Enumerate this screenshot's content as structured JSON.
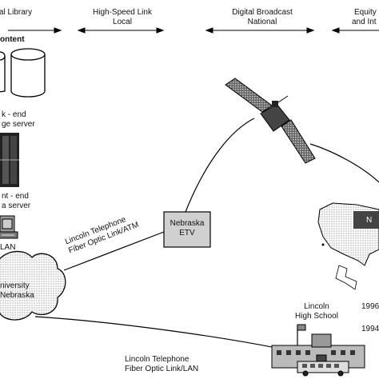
{
  "header": {
    "col1": "al Library",
    "col2_line1": "High-Speed Link",
    "col2_line2": "Local",
    "col3_line1": "Digital Broadcast",
    "col3_line2": "National",
    "col4_line1": "Equity",
    "col4_line2": "and Int"
  },
  "left": {
    "content": "ontent",
    "backend_line1": "k - end",
    "backend_line2": "ge server",
    "frontend_line1": "nt - end",
    "frontend_line2": "a server",
    "lan": "LAN",
    "cloud_line1": "niversity",
    "cloud_line2": "Nebraska"
  },
  "nodes": {
    "etv_line1": "Nebraska",
    "etv_line2": "ETV",
    "map_label": "N",
    "year1996": "1996",
    "year1994": "1994",
    "school_line1": "Lincoln",
    "school_line2": "High School"
  },
  "links": {
    "atm_line1": "Lincoln Telephone",
    "atm_line2": "Fiber Optic Link/ATM",
    "lan_line1": "Lincoln Telephone",
    "lan_line2": "Fiber Optic Link/LAN"
  }
}
